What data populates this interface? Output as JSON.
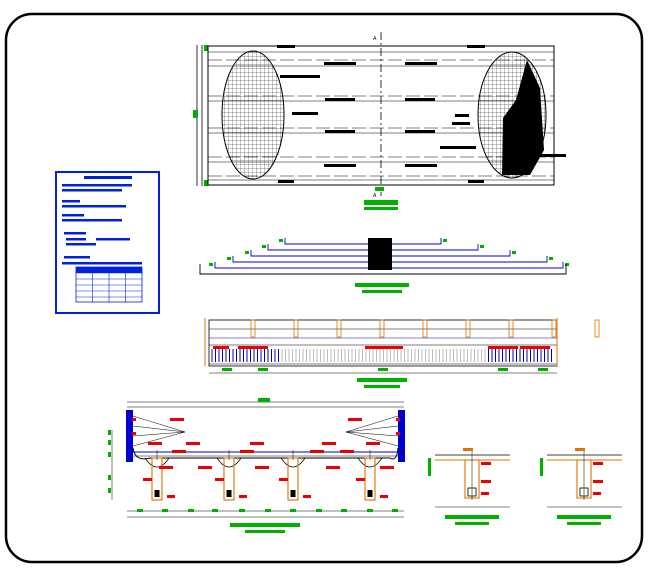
{
  "drawing": {
    "type": "bridge-deck-reinforcement-cad-sheet",
    "colors": {
      "frame": "#000000",
      "linework": "#000000",
      "blue": "#0000cc",
      "red": "#ee0000",
      "green": "#00b000",
      "orange": "#e07000",
      "table_blue": "#0022dd",
      "background": "#ffffff"
    },
    "section_marker": "A",
    "views": [
      "plan-view",
      "bar-schedule-diagram",
      "elevation-view",
      "cross-section",
      "detail-1",
      "detail-2",
      "notes-table"
    ]
  }
}
